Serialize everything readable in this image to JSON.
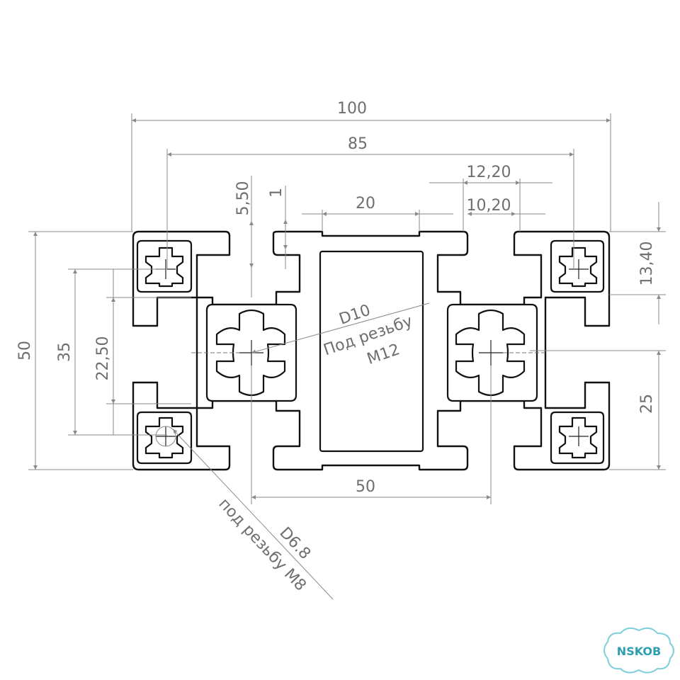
{
  "dimensions": {
    "overall_width": "100",
    "slot_spacing_width": "85",
    "slot_outer_width": "12,20",
    "slot_inner_width": "10,20",
    "center_top_width": "20",
    "slot_depth": "5,50",
    "lip_thickness": "1",
    "slot_height_right": "13,40",
    "overall_height": "50",
    "hole_spacing_35": "35",
    "hole_spacing_22": "22,50",
    "half_height": "25",
    "center_distance": "50"
  },
  "annotations": {
    "core_hole": {
      "diameter": "D10",
      "line1": "Под резьбу",
      "line2": "M12"
    },
    "corner_hole": {
      "diameter": "D6.8",
      "line1": "под резьбу M8"
    }
  },
  "logo": {
    "text": "NSKOB"
  },
  "colors": {
    "outline": "#111111",
    "dimension": "#6e6e6e",
    "logo": "#2b9fb0"
  }
}
